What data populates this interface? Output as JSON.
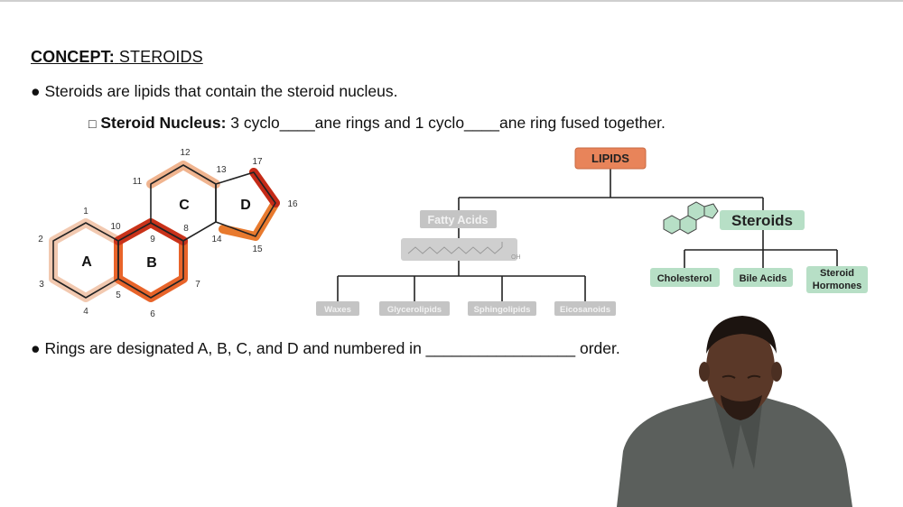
{
  "concept": {
    "prefix": "CONCEPT:",
    "title": "STEROIDS"
  },
  "bullet1": {
    "marker": "●",
    "text": "Steroids are lipids that contain the steroid nucleus."
  },
  "subpoint": {
    "marker": "□",
    "bold": "Steroid Nucleus:",
    "text": "3 cyclo____ane rings and 1 cyclo____ane ring fused together."
  },
  "bullet2": {
    "marker": "●",
    "text": "Rings are designated A, B, C, and D and numbered in _________________ order."
  },
  "steroid_structure": {
    "ring_labels": [
      "A",
      "B",
      "C",
      "D"
    ],
    "atom_numbers": [
      "1",
      "2",
      "3",
      "4",
      "5",
      "6",
      "7",
      "8",
      "9",
      "10",
      "11",
      "12",
      "13",
      "14",
      "15",
      "16",
      "17"
    ],
    "colors": {
      "ring_a": "#f2c9b0",
      "ring_b": "#e8642a",
      "ring_b_dark": "#c9321a",
      "ring_c": "#f0b48f",
      "ring_d": "#e87a2e",
      "ring_d_dark": "#c42a18"
    }
  },
  "diagram": {
    "root": {
      "label": "LIPIDS",
      "color": "#e8845a"
    },
    "fatty_acids": {
      "label": "Fatty Acids",
      "color": "#c4c4c4",
      "children": [
        "Waxes",
        "Glycerolipids",
        "Sphingolipids",
        "Eicosanoids"
      ],
      "molecule_tag": "OH"
    },
    "steroids": {
      "label": "Steroids",
      "color": "#b7dfc6",
      "icon": "steroid-rings-icon",
      "children": [
        "Cholesterol",
        "Bile Acids",
        "Steroid Hormones"
      ]
    }
  }
}
